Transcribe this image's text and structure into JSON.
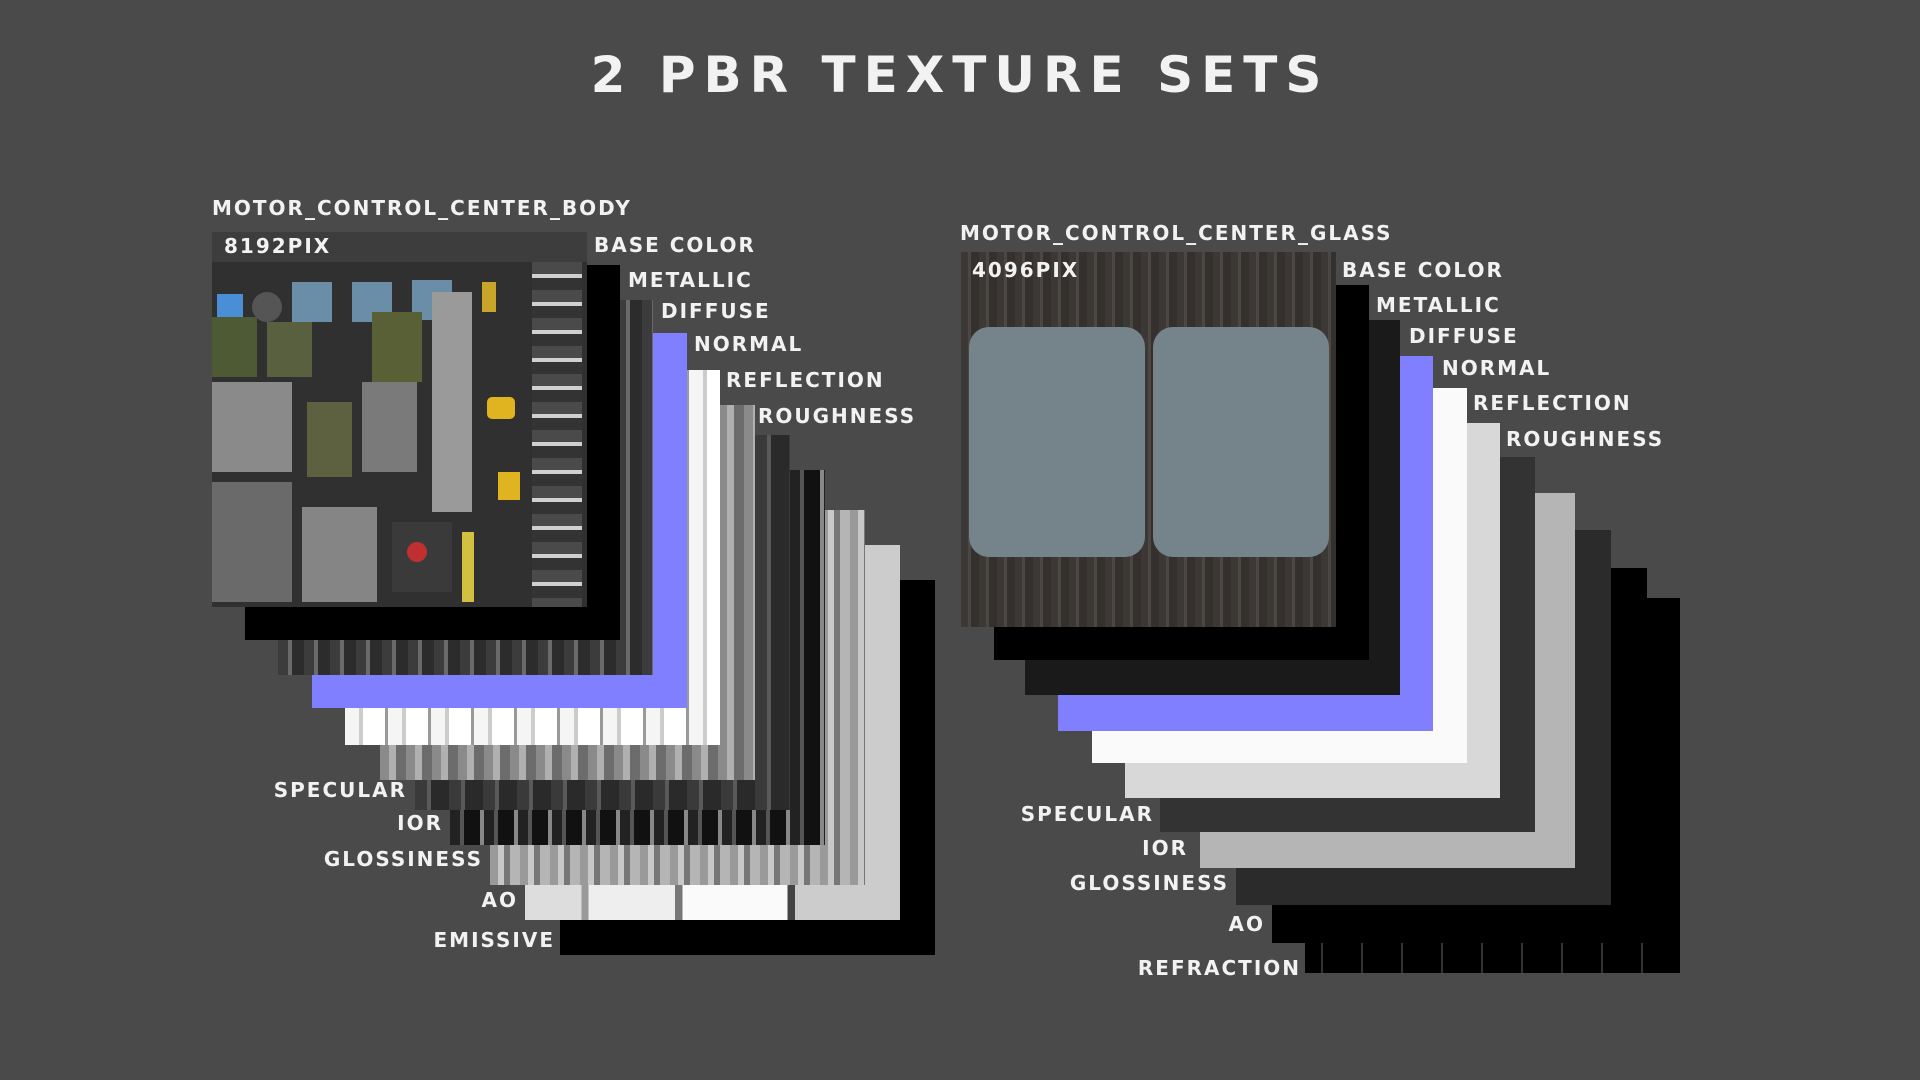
{
  "title": "2 PBR TEXTURE SETS",
  "sets": [
    {
      "name": "MOTOR_CONTROL_CENTER_BODY",
      "resolution": "8192PIX",
      "maps_top": [
        "BASE COLOR",
        "METALLIC",
        "DIFFUSE",
        "NORMAL",
        "REFLECTION",
        "ROUGHNESS"
      ],
      "maps_bottom": [
        "SPECULAR",
        "IOR",
        "GLOSSINESS",
        "AO",
        "EMISSIVE"
      ]
    },
    {
      "name": "MOTOR_CONTROL_CENTER_GLASS",
      "resolution": "4096PIX",
      "maps_top": [
        "BASE COLOR",
        "METALLIC",
        "DIFFUSE",
        "NORMAL",
        "REFLECTION",
        "ROUGHNESS"
      ],
      "maps_bottom": [
        "SPECULAR",
        "IOR",
        "GLOSSINESS",
        "AO",
        "REFRACTION"
      ]
    }
  ],
  "colors": {
    "background": "#4a4a4a",
    "normal_map": "#7f7fff",
    "glass_panel": "#75838b"
  }
}
